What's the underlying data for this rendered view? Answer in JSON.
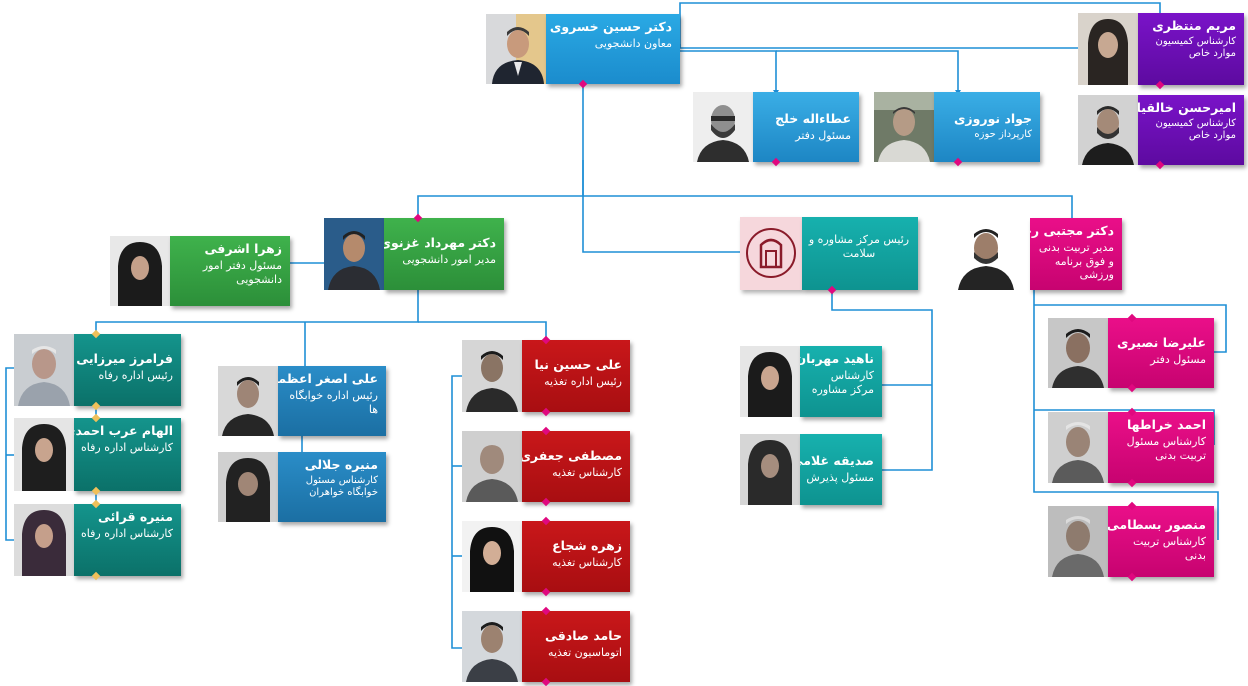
{
  "colors": {
    "line": "#1f8fd6",
    "blue": "#1b95d8",
    "purple": "#6a0fb3",
    "green": "#35a843",
    "teal": "#12a6a3",
    "dark_teal": "#0e837b",
    "magenta": "#e0087f",
    "red": "#b81216",
    "dark_blue": "#1e7bb4"
  },
  "head": {
    "name": "دکتر حسین خسروی",
    "role": "معاون دانشجویی"
  },
  "office": [
    {
      "name": "عطاءاله خلج",
      "role": "مسئول دفتر"
    },
    {
      "name": "جواد نوروزی",
      "role": "کارپرداز حوزه"
    }
  ],
  "commission": [
    {
      "name": "مریم منتظری",
      "role": "کارشناس کمیسیون موارد خاص"
    },
    {
      "name": "امیرحسن خالقیان",
      "role": "کارشناس کمیسیون موارد خاص"
    }
  ],
  "student_affairs": {
    "manager": {
      "name": "دکتر مهرداد غزنوی",
      "role": "مدیر امور دانشجویی"
    },
    "office": {
      "name": "زهرا اشرفی",
      "role": "مسئول دفتر امور دانشجویی"
    },
    "welfare": [
      {
        "name": "فرامرز میرزایی",
        "role": "رئیس اداره رفاه"
      },
      {
        "name": "الهام عرب احمدی",
        "role": "کارشناس اداره رفاه"
      },
      {
        "name": "منیره قرائی",
        "role": "کارشناس اداره رفاه"
      }
    ],
    "dormitory": [
      {
        "name": "علی اصغر اعظمی",
        "role": "رئیس اداره خوابگاه ها"
      },
      {
        "name": "منیره جلالی",
        "role": "کارشناس مسئول خوابگاه خواهران"
      }
    ],
    "nutrition": [
      {
        "name": "علی حسین نیا",
        "role": "رئیس اداره تغذیه"
      },
      {
        "name": "مصطفی جعفری",
        "role": "کارشناس تغذیه"
      },
      {
        "name": "زهره شجاع",
        "role": "کارشناس تغذیه"
      },
      {
        "name": "حامد صادقی",
        "role": "اتوماسیون تغذیه"
      }
    ]
  },
  "counseling": {
    "head": {
      "role": "رئیس مرکز مشاوره و سلامت"
    },
    "staff": [
      {
        "name": "ناهید مهربان",
        "role": "کارشناس مرکز مشاوره"
      },
      {
        "name": "صدیقه غلامی",
        "role": "مسئول پذیرش"
      }
    ]
  },
  "physical_education": {
    "manager": {
      "name": "دکتر مجتبی رجبی",
      "role": "مدیر تربیت بدنی و فوق برنامه ورزشی"
    },
    "staff": [
      {
        "name": "علیرضا نصیری",
        "role": "مسئول دفتر"
      },
      {
        "name": "احمد خراطها",
        "role": "کارشناس مسئول تربیت بدنی"
      },
      {
        "name": "منصور بسطامی",
        "role": "کارشناس تربیت بدنی"
      }
    ]
  }
}
